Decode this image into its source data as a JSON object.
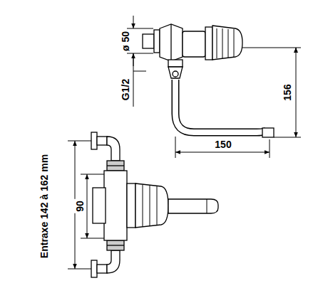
{
  "diagram": {
    "labels": [
      "ø 50",
      "G1/2",
      "156",
      "150",
      "90",
      "Entraxe 142 à 162 mm"
    ]
  }
}
